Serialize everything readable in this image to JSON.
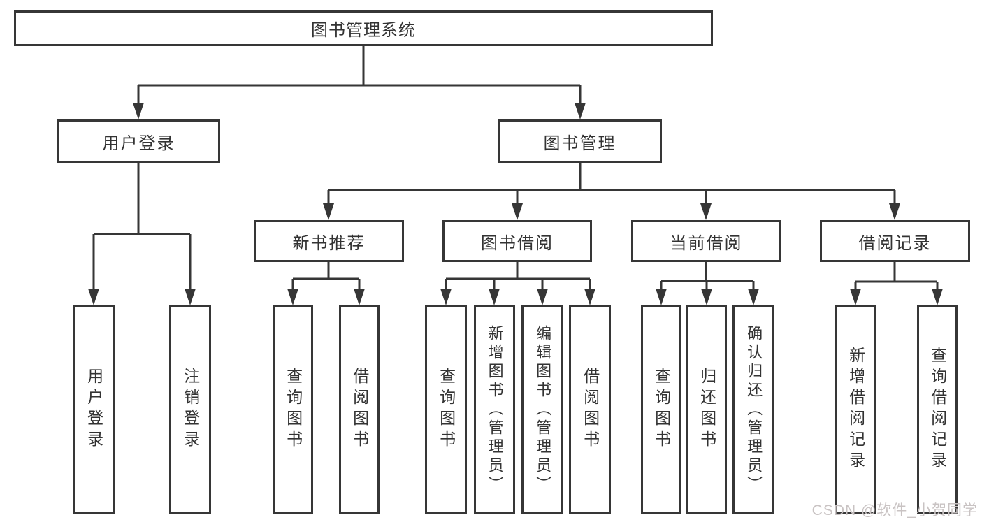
{
  "diagram": {
    "root": "图书管理系统",
    "branches": {
      "user_login": "用户登录",
      "book_mgmt": "图书管理"
    },
    "modules": {
      "new_book_rec": "新书推荐",
      "book_borrow": "图书借阅",
      "current_borrow": "当前借阅",
      "borrow_record": "借阅记录"
    },
    "leaves": {
      "user_login_1": "用户登录",
      "user_login_2": "注销登录",
      "new_book_rec_1": "查询图书",
      "new_book_rec_2": "借阅图书",
      "book_borrow_1": "查询图书",
      "book_borrow_2": "新增图书（管理员）",
      "book_borrow_3": "编辑图书（管理员）",
      "book_borrow_4": "借阅图书",
      "current_borrow_1": "查询图书",
      "current_borrow_2": "归还图书",
      "current_borrow_3": "确认归还（管理员）",
      "borrow_record_1": "新增借阅记录",
      "borrow_record_2": "查询借阅记录"
    }
  },
  "watermark": "CSDN @软件_小贺同学",
  "colors": {
    "line": "#363636",
    "text": "#333333",
    "watermark": "#c9c3c3"
  }
}
